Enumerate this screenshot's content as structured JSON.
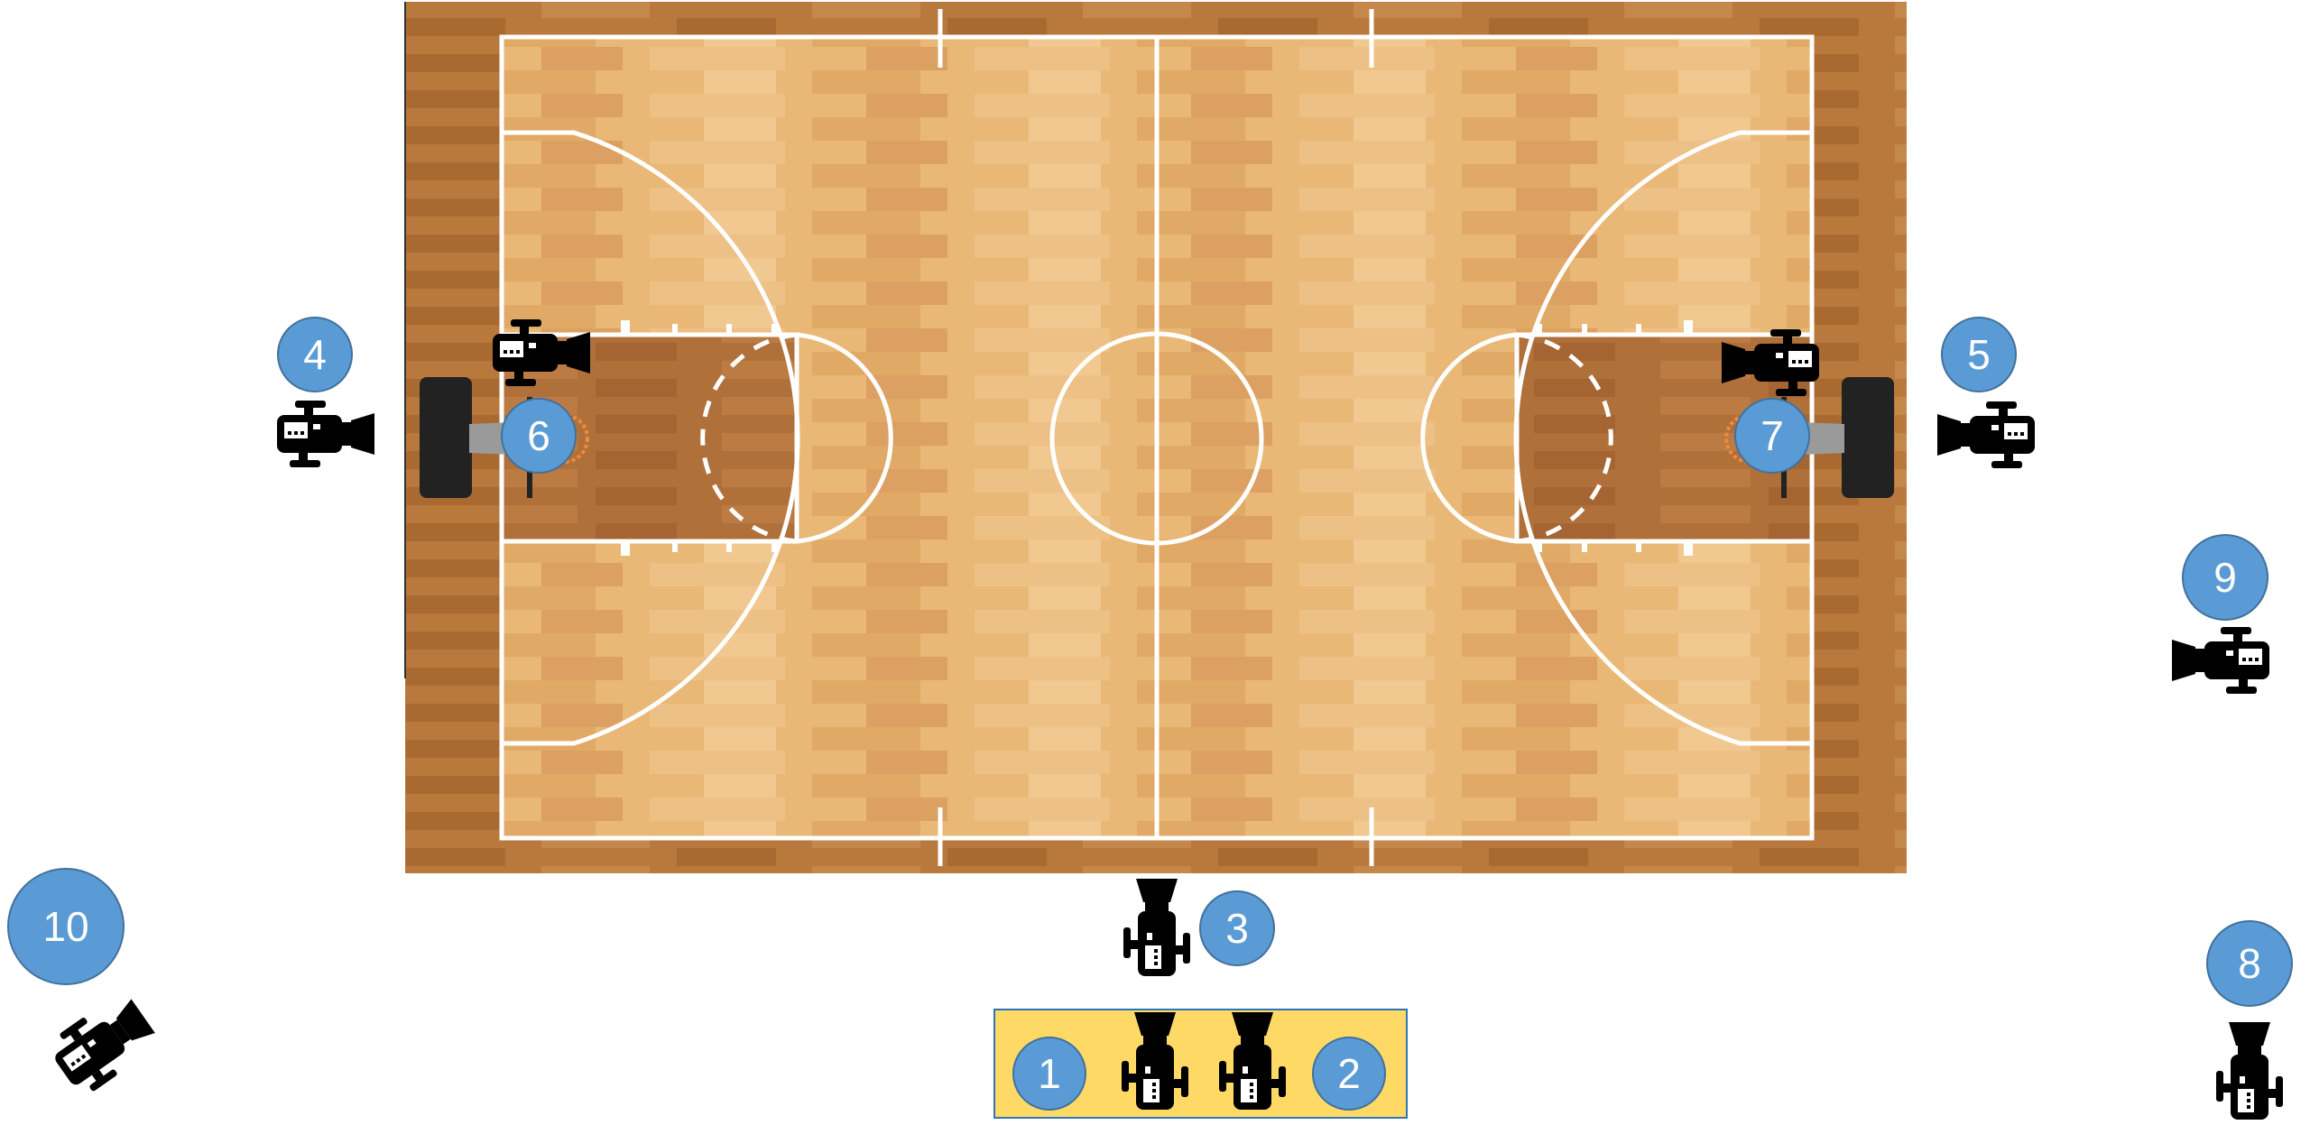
{
  "diagram": {
    "court": {
      "floor_color": "#e9b876",
      "border_color": "#b9793c",
      "paint_color": "#b0703a",
      "line_color": "#ffffff"
    },
    "booth": {
      "fill": "#ffd966",
      "stroke": "#2e75b6"
    },
    "markers": [
      {
        "label": "1"
      },
      {
        "label": "2"
      },
      {
        "label": "3"
      },
      {
        "label": "4"
      },
      {
        "label": "5"
      },
      {
        "label": "6"
      },
      {
        "label": "7"
      },
      {
        "label": "8"
      },
      {
        "label": "9"
      },
      {
        "label": "10"
      }
    ],
    "marker_color": "#5b9bd5",
    "cameras": [
      {
        "icon": "camera-icon",
        "direction": "up",
        "position": "booth-left"
      },
      {
        "icon": "camera-icon",
        "direction": "up",
        "position": "booth-right"
      },
      {
        "icon": "camera-icon",
        "direction": "up",
        "position": "center-baseline"
      },
      {
        "icon": "camera-icon",
        "direction": "right",
        "position": "left-end"
      },
      {
        "icon": "camera-icon",
        "direction": "left",
        "position": "right-end"
      },
      {
        "icon": "camera-icon",
        "direction": "right",
        "position": "left-basket"
      },
      {
        "icon": "camera-icon",
        "direction": "left",
        "position": "right-basket"
      },
      {
        "icon": "camera-icon",
        "direction": "up",
        "position": "bottom-right-corner"
      },
      {
        "icon": "camera-icon",
        "direction": "left",
        "position": "right-side"
      },
      {
        "icon": "camera-icon",
        "direction": "up-right",
        "position": "bottom-left-corner"
      }
    ]
  }
}
